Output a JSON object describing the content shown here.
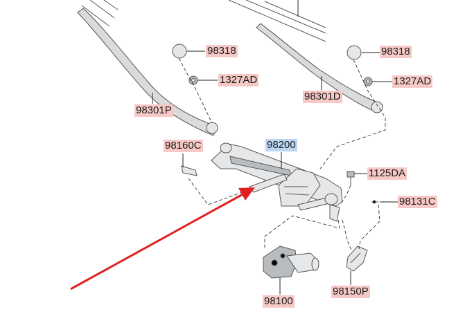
{
  "parts": {
    "cap_left": "98318",
    "nut_left": "1327AD",
    "arm_left": "98301P",
    "cap_right": "98318",
    "nut_right": "1327AD",
    "arm_right": "98301D",
    "bracket_left": "98160C",
    "linkage": "98200",
    "bolt": "1125DA",
    "clip": "98131C",
    "motor": "98100",
    "bracket_right": "98150P"
  },
  "colors": {
    "label_highlight": "#f7c9c6",
    "selected_highlight": "#bcd6f2",
    "pointer_arrow": "#e02020"
  }
}
